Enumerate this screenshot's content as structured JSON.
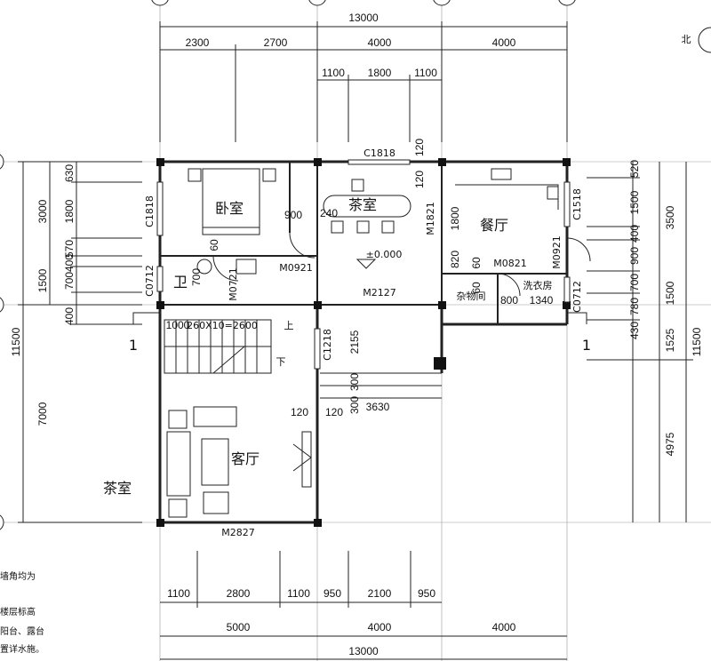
{
  "top_dims": {
    "overall": "13000",
    "seg": [
      "2300",
      "2700",
      "4000",
      "4000"
    ],
    "sub": [
      "1100",
      "1800",
      "1100"
    ]
  },
  "bottom_dims": {
    "sub": [
      "1100",
      "2800",
      "1100",
      "950",
      "2100",
      "950"
    ],
    "seg": [
      "5000",
      "4000",
      "4000"
    ],
    "overall": "13000"
  },
  "left_dims": {
    "a": [
      "630",
      "1800",
      "570",
      "400",
      "700",
      "400"
    ],
    "b": [
      "3000",
      "1500"
    ],
    "c": "7000",
    "overall": "11500"
  },
  "right_dims": {
    "a": [
      "520",
      "1500",
      "400",
      "900",
      "700",
      "780",
      "430"
    ],
    "b": [
      "3500",
      "1500",
      "1525",
      "4975"
    ],
    "overall": "11500"
  },
  "rooms": {
    "bedroom": "卧室",
    "tearoom_in": "茶室",
    "dining": "餐厅",
    "bath": "卫",
    "storage": "杂物间",
    "laundry": "洗衣房",
    "living": "客厅",
    "tearoom_out": "茶室"
  },
  "labels": {
    "c1818_top": "C1818",
    "c1818_left": "C1818",
    "c1518": "C1518",
    "c0712_left": "C0712",
    "c0712_right": "C0712",
    "c1218": "C1218",
    "m0921_a": "M0921",
    "m0921_b": "M0921",
    "m0821": "M0821",
    "m0721": "M0721",
    "m2127": "M2127",
    "m1821": "M1821",
    "m2827": "M2827",
    "level": "±0.000",
    "stairs": "260X10=2600",
    "stair_up": "上",
    "stair_down": "下",
    "north": "北",
    "section_l": "1",
    "section_r": "1"
  },
  "inner_dims": {
    "d120a": "120",
    "d120b": "120",
    "d900": "900",
    "d240": "240",
    "d60a": "60",
    "d60b": "60",
    "d60c": "60",
    "d820": "820",
    "d1800": "1800",
    "d1000": "1000",
    "d2155": "2155",
    "d300a": "300",
    "d300b": "300",
    "d120c": "120",
    "d120d": "120",
    "d3630": "3630",
    "d800": "800",
    "d1340": "1340",
    "d700": "700",
    "d3630b": ""
  },
  "notes": [
    "墙角均为",
    "楼层标高",
    "阳台、露台",
    "置详水施。"
  ]
}
